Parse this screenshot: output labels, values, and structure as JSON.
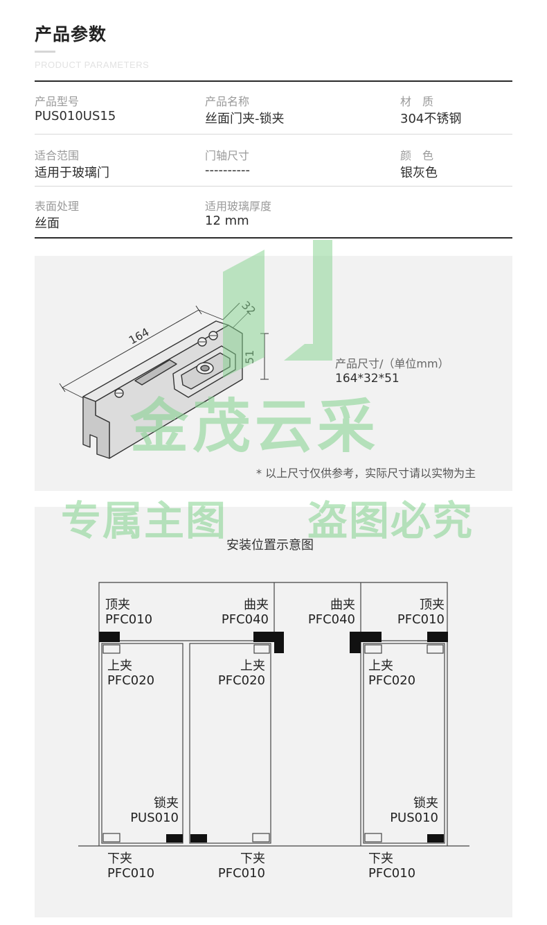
{
  "header": {
    "title": "产品参数",
    "subtitle": "PRODUCT PARAMETERS"
  },
  "params": {
    "row1": [
      {
        "label": "产品型号",
        "value": "PUS010US15"
      },
      {
        "label": "产品名称",
        "value": "丝面门夹-锁夹"
      },
      {
        "label": "材　质",
        "value": "304不锈钢"
      }
    ],
    "row2": [
      {
        "label": "适合范围",
        "value": "适用于玻璃门"
      },
      {
        "label": "门轴尺寸",
        "value": "----------"
      },
      {
        "label": "颜　色",
        "value": "银灰色"
      }
    ],
    "row3": [
      {
        "label": "表面处理",
        "value": "丝面"
      },
      {
        "label": "适用玻璃厚度",
        "value": "12 mm"
      }
    ]
  },
  "product": {
    "dims": {
      "length": "164",
      "width": "32",
      "height": "51"
    },
    "size_label": "产品尺寸/（单位mm）",
    "size_value": "164*32*51",
    "note": "* 以上尺寸仅供参考，实际尺寸请以实物为主"
  },
  "watermark": {
    "brand": "金茂云采",
    "left": "专属主图",
    "right": "盗图必究"
  },
  "install": {
    "title": "安装位置示意图",
    "labels": {
      "top_left": {
        "name": "顶夹",
        "code": "PFC010"
      },
      "curve_left": {
        "name": "曲夹",
        "code": "PFC040"
      },
      "curve_right": {
        "name": "曲夹",
        "code": "PFC040"
      },
      "top_right": {
        "name": "顶夹",
        "code": "PFC010"
      },
      "upper_1": {
        "name": "上夹",
        "code": "PFC020"
      },
      "upper_2": {
        "name": "上夹",
        "code": "PFC020"
      },
      "upper_3": {
        "name": "上夹",
        "code": "PFC020"
      },
      "lock_1": {
        "name": "锁夹",
        "code": "PUS010"
      },
      "lock_2": {
        "name": "锁夹",
        "code": "PUS010"
      },
      "bottom_1": {
        "name": "下夹",
        "code": "PFC010"
      },
      "bottom_2": {
        "name": "下夹",
        "code": "PFC010"
      },
      "bottom_3": {
        "name": "下夹",
        "code": "PFC010"
      }
    }
  },
  "colors": {
    "watermark": "#82d28c",
    "panel": "#f2f2f2",
    "rule": "#2a2a2a"
  }
}
